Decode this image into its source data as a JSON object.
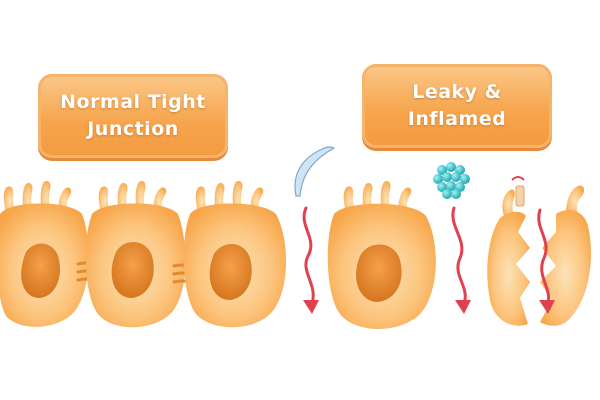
{
  "labels": {
    "normal": {
      "line1": "Normal Tight",
      "line2": "Junction"
    },
    "leaky": {
      "line1": "Leaky &",
      "line2": "Inflamed"
    }
  },
  "colors": {
    "cell_outer": "#fbb866",
    "cell_inner": "#fdd9a4",
    "nucleus": "#e88a2e",
    "nucleus_rim": "#c96a1c",
    "arrow": "#e0414f",
    "particle": "#3cc1c8",
    "label_box": "#f6a64f"
  },
  "icons": {
    "bacterium": "bacterium-icon",
    "toxin_cluster": "molecule-cluster-icon",
    "food_particle": "particle-icon"
  }
}
